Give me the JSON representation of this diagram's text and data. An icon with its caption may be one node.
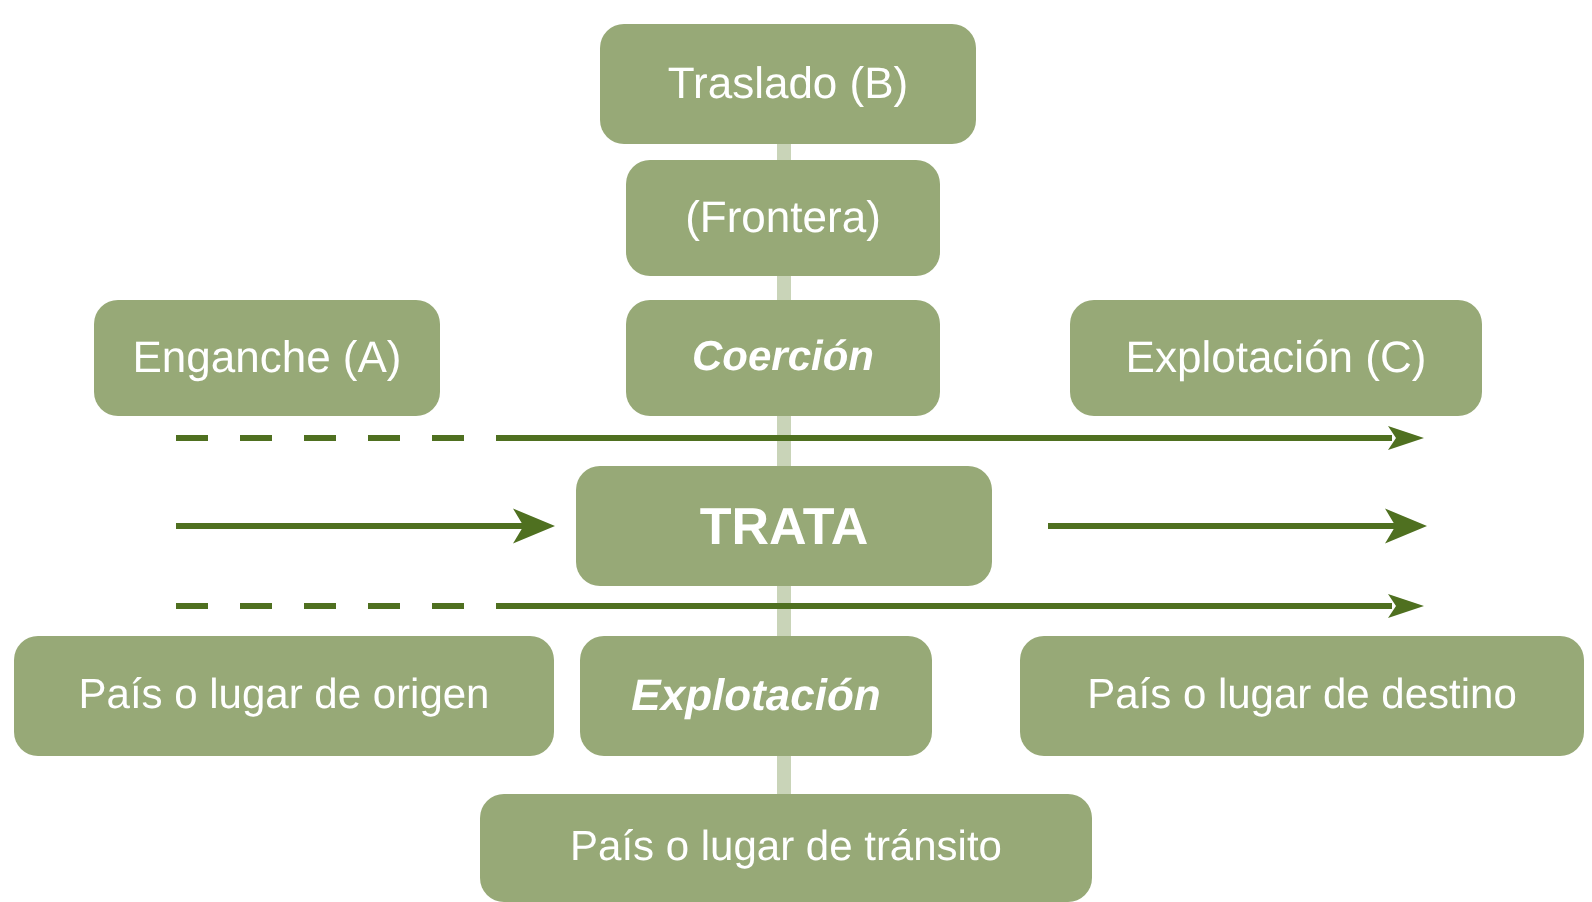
{
  "diagram": {
    "nodes": [
      {
        "text": [
          "Traslado (B)"
        ]
      },
      {
        "text": [
          "(Frontera)"
        ]
      },
      {
        "text": [
          "Enganche (A)"
        ]
      },
      {
        "text": [
          "Coerción"
        ]
      },
      {
        "text": [
          "Explotación (C)"
        ]
      },
      {
        "text": [
          "TRATA"
        ]
      },
      {
        "text": [
          "País o lugar de origen"
        ]
      },
      {
        "text": [
          "Explotación"
        ]
      },
      {
        "text": [
          "País o lugar de destino"
        ]
      },
      {
        "text": [
          "País o lugar de tránsito"
        ]
      }
    ],
    "edges": [
      {
        "from": 0,
        "to": 1,
        "arrow": "none"
      },
      {
        "from": 1,
        "to": 3,
        "arrow": "none"
      },
      {
        "from": 3,
        "to": 5,
        "arrow": "none"
      },
      {
        "from": 5,
        "to": 7,
        "arrow": "none"
      },
      {
        "from": 7,
        "to": 9,
        "arrow": "none"
      },
      {
        "from": null,
        "to": 5,
        "arrow": "to",
        "color": "#4f7020"
      },
      {
        "from": 5,
        "to": null,
        "arrow": "to",
        "color": "#4f7020"
      }
    ]
  }
}
